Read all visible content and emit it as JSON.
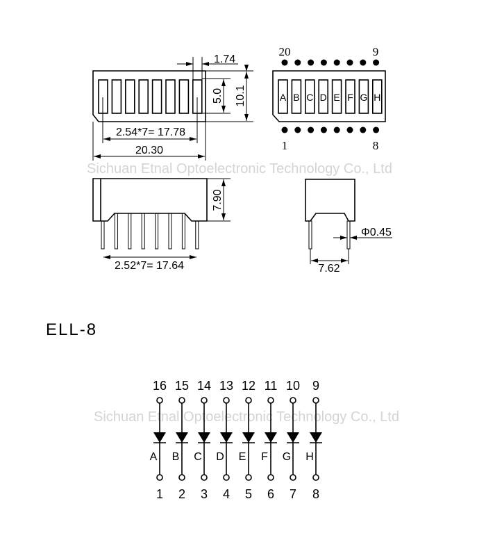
{
  "watermark": "Sichuan Etnal Optoelectronic Technology Co., Ltd",
  "top_view": {
    "dim_pitch": "2.54*7= 17.78",
    "dim_width": "20.30",
    "dim_segment_gap": "1.74",
    "dim_segment_height": "5.0",
    "dim_height": "10.1"
  },
  "pin_view": {
    "segment_letters": [
      "A",
      "B",
      "C",
      "D",
      "E",
      "F",
      "G",
      "H"
    ],
    "pin_top_left": "20",
    "pin_top_right": "9",
    "pin_bottom_left": "1",
    "pin_bottom_right": "8"
  },
  "side_view": {
    "dim_pitch": "2.52*7= 17.64",
    "dim_height": "7.90"
  },
  "end_view": {
    "dim_spacing": "7.62",
    "dim_pin_diameter": "Φ0.45"
  },
  "model": "ELL-8",
  "schematic": {
    "top_pins": [
      "16",
      "15",
      "14",
      "13",
      "12",
      "11",
      "10",
      "9"
    ],
    "letters": [
      "A",
      "B",
      "C",
      "D",
      "E",
      "F",
      "G",
      "H"
    ],
    "bottom_pins": [
      "1",
      "2",
      "3",
      "4",
      "5",
      "6",
      "7",
      "8"
    ]
  }
}
